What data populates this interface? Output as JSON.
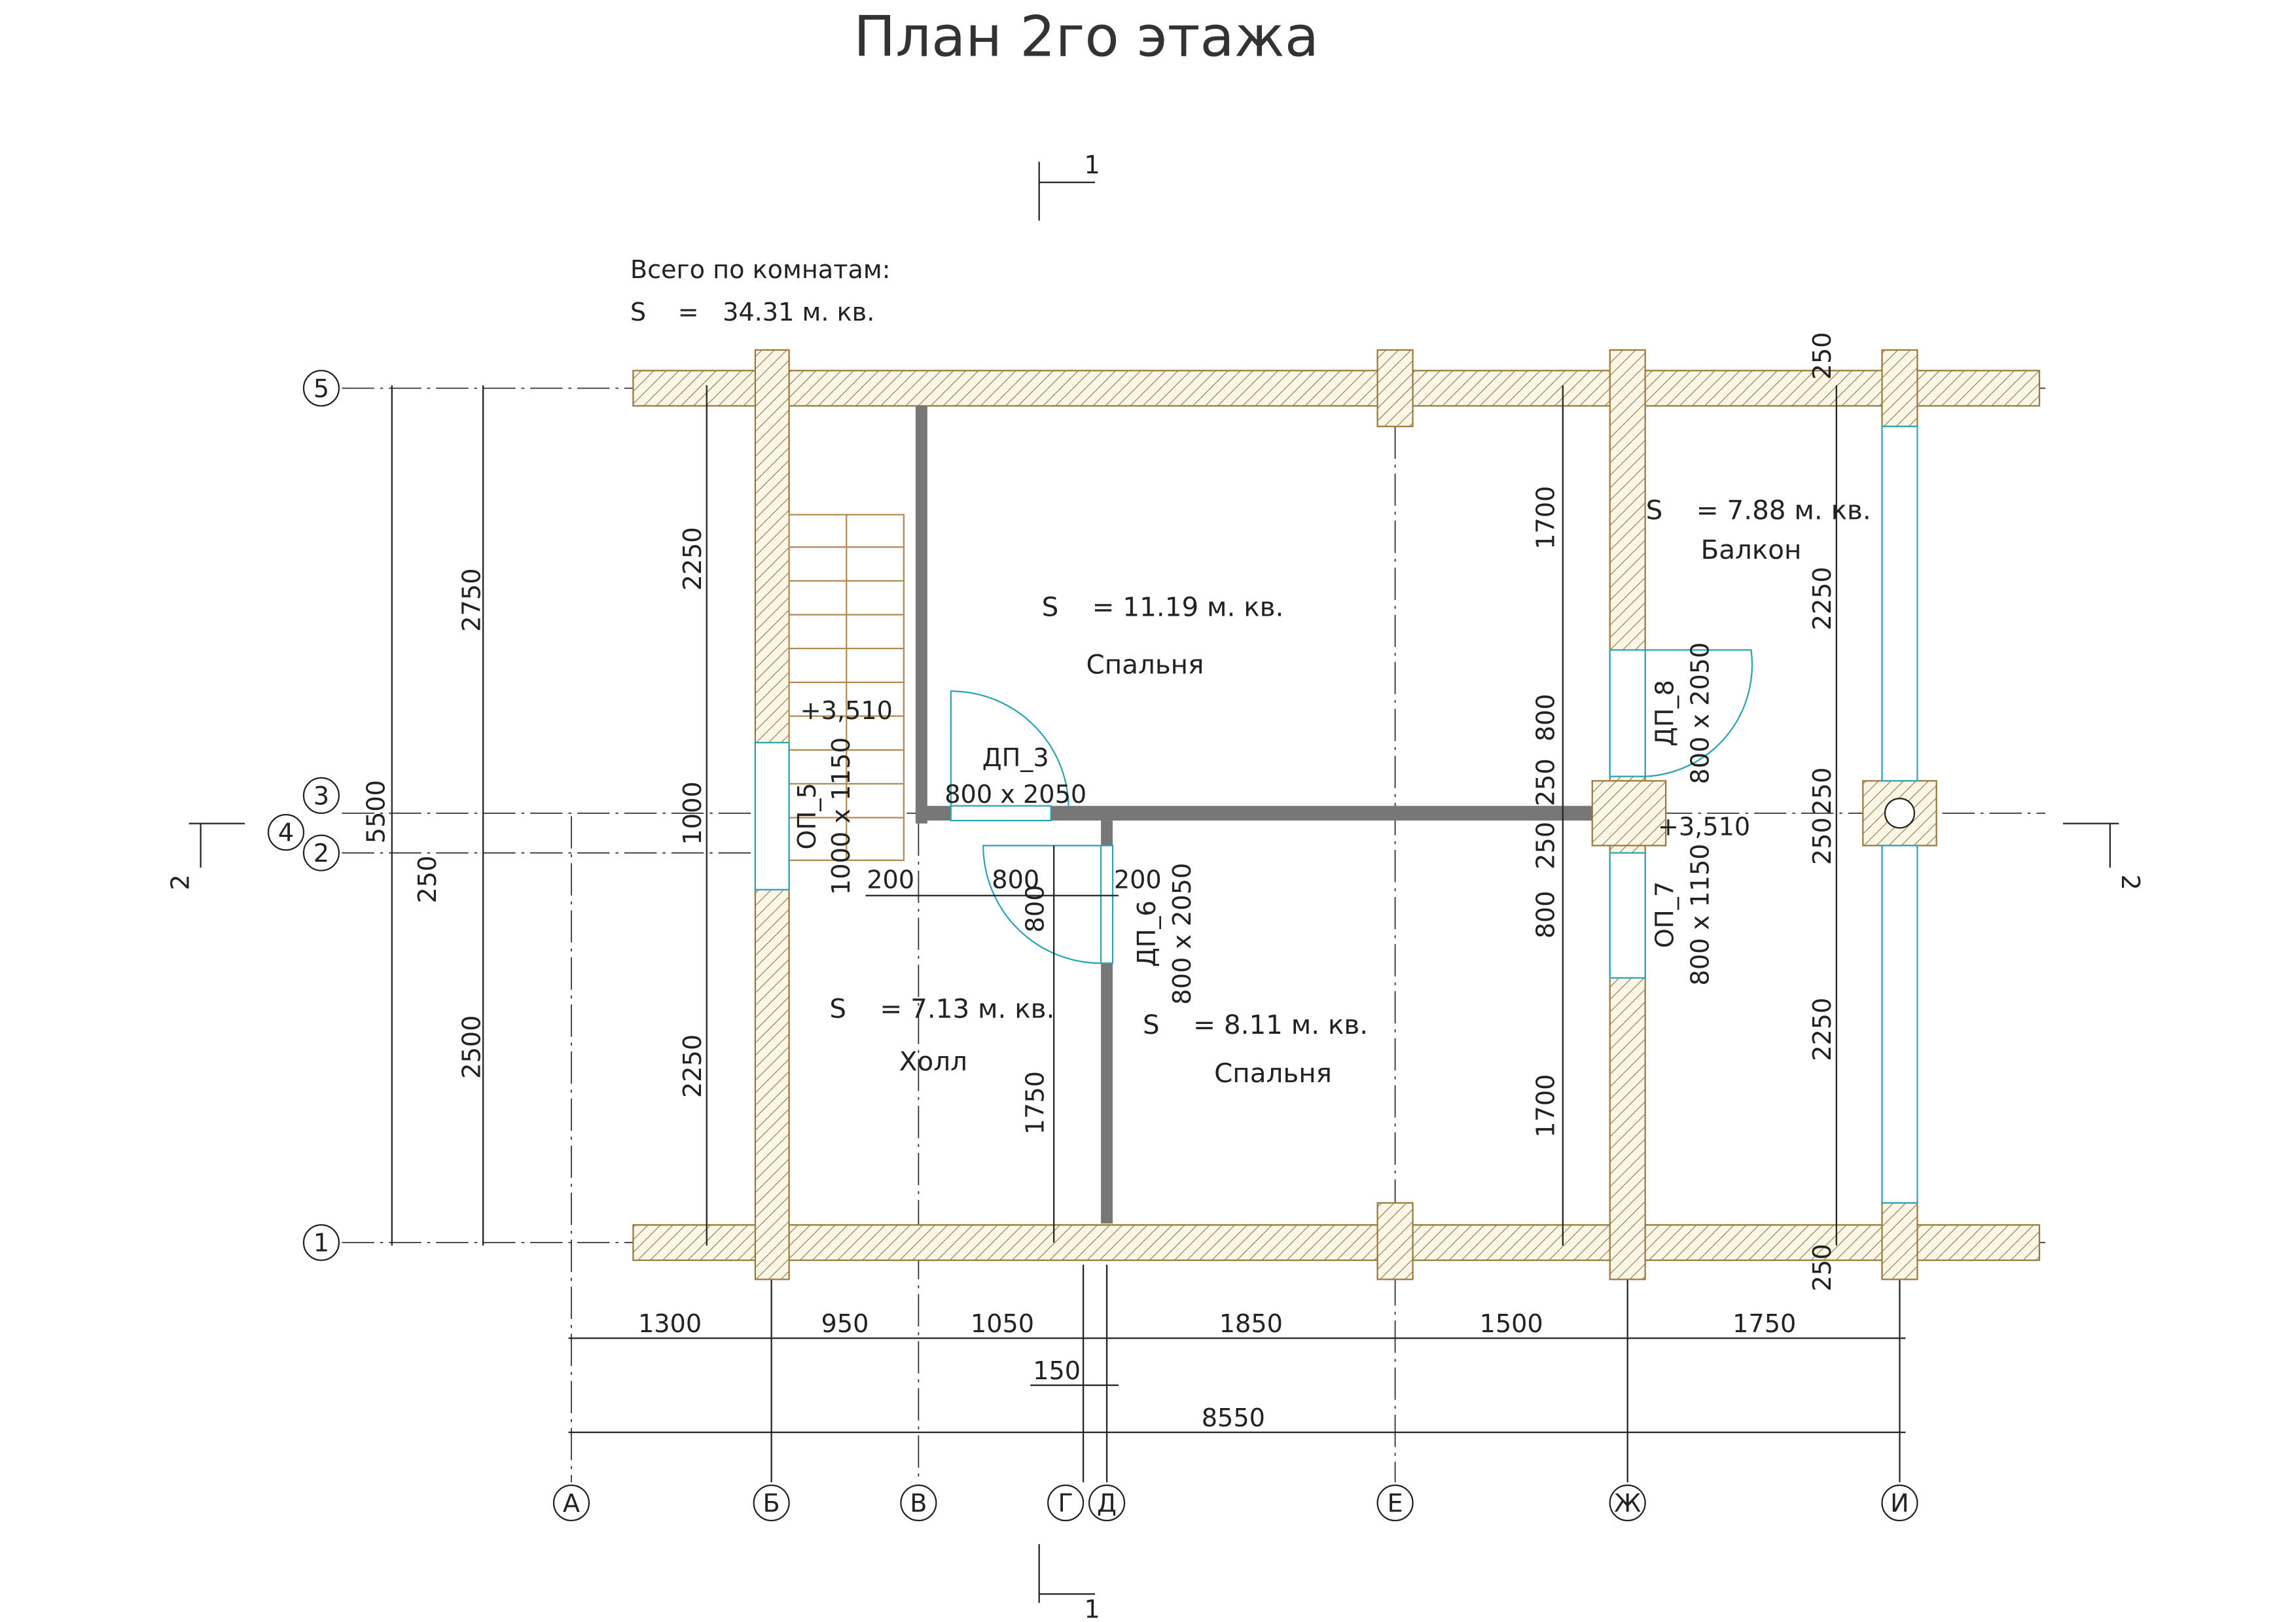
{
  "title": "План 2го этажа",
  "summary": {
    "label": "Всего по комнатам:",
    "area": "S    =   34.31 м. кв."
  },
  "rooms": [
    {
      "area": "S    = 11.19 м. кв.",
      "name": "Спальня"
    },
    {
      "area": "S    = 7.13 м. кв.",
      "name": "Холл"
    },
    {
      "area": "S    = 8.11 м. кв.",
      "name": "Спальня"
    },
    {
      "area": "S    = 7.88 м. кв.",
      "name": "Балкон"
    }
  ],
  "openings": {
    "dp3": {
      "id": "ДП_3",
      "size": "800 x 2050"
    },
    "op5": {
      "id": "ОП_5",
      "size": "1000 x 1150"
    },
    "dp6": {
      "id": "ДП_6",
      "size": "800 x 2050"
    },
    "dp8": {
      "id": "ДП_8",
      "size": "800 x 2050"
    },
    "op7": {
      "id": "ОП_7",
      "size": "800 x 1150"
    }
  },
  "elevations": [
    "+3,510",
    "+3,510"
  ],
  "axes_x": [
    "А",
    "Б",
    "В",
    "Г",
    "Д",
    "Е",
    "Ж",
    "И"
  ],
  "axes_y": [
    "5",
    "3",
    "4",
    "2",
    "1"
  ],
  "section_marks": {
    "top": "1",
    "bottom": "1",
    "left": "2",
    "right": "2"
  },
  "dims": {
    "bottom": [
      "1300",
      "950",
      "1050",
      "1850",
      "1500",
      "1750"
    ],
    "bottom_small": "150",
    "total": "8550",
    "left_outer": "5500",
    "left_mid": [
      "2750",
      "250",
      "2500"
    ],
    "left_inner": [
      "2250",
      "1000",
      "2250"
    ],
    "hall": [
      "200",
      "800",
      "200",
      "800",
      "1750"
    ],
    "axis_zh": [
      "1700",
      "800",
      "250",
      "250",
      "800",
      "1700"
    ],
    "axis_i": [
      "250",
      "2250",
      "250",
      "250",
      "2250",
      "250"
    ]
  }
}
